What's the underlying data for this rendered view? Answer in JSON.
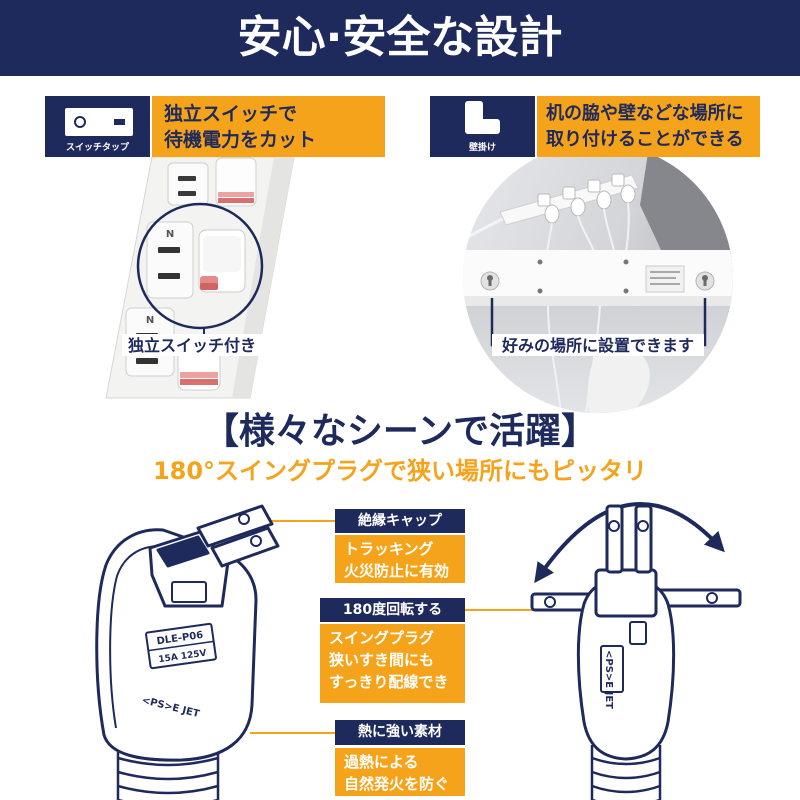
{
  "header": {
    "title": "安心·安全な設計"
  },
  "features": [
    {
      "icon": "switch-icon",
      "icon_label": "スイッチタップ",
      "lines": [
        "独立スイッチで",
        "待機電力をカット"
      ],
      "caption": "独立スイッチ付き",
      "outlet_mark": "N"
    },
    {
      "icon": "wall-hook-icon",
      "icon_label": "壁掛け",
      "lines": [
        "机の脇や壁などな場所に",
        "取り付けることができる"
      ],
      "caption": "好みの場所に設置できます"
    }
  ],
  "scenes": {
    "title": "【様々なシーンで活躍】",
    "subtitle": "180°スイングプラグで狭い場所にもピッタリ"
  },
  "callouts": [
    {
      "heading": "絶縁キャップ",
      "lines": [
        "トラッキング",
        "火災防止に有効"
      ]
    },
    {
      "heading": "180度回転する",
      "lines": [
        "スイングプラグ",
        "狭いすき間にも",
        "すっきり配線でき"
      ]
    },
    {
      "heading": "熱に強い素材",
      "lines": [
        "過熱による",
        "自然発火を防ぐ"
      ]
    }
  ],
  "plug_markings": {
    "model": "DLE-P06",
    "rating": "15A 125V",
    "maker": "<PS>E JET"
  },
  "icons": {
    "rotation": "rotate-arrows-icon"
  },
  "colors": {
    "navy": "#1e2a5c",
    "orange": "#f5a31a",
    "switch_pink": "#e5898a",
    "white": "#ffffff"
  }
}
